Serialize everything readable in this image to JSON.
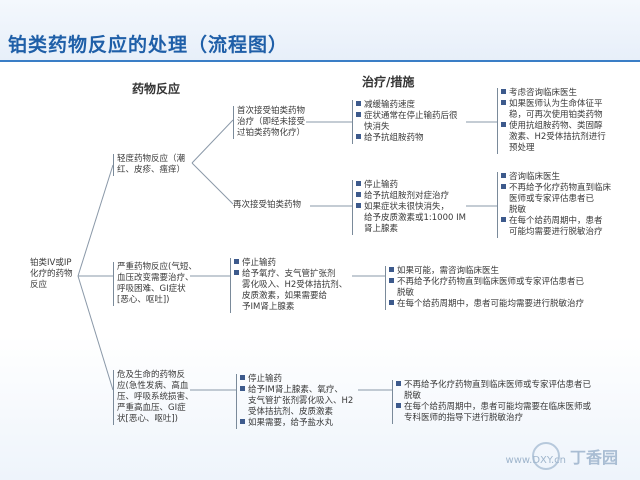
{
  "title": "铂类药物反应的处理（流程图）",
  "headers": {
    "reaction": "药物反应",
    "treatment": "治疗/措施"
  },
  "root": [
    "铂类IV或IP",
    "化疗的药物",
    "反应"
  ],
  "reactions": {
    "mild": [
      "轻度药物反应（潮",
      "红、皮疹、瘙痒）"
    ],
    "severe": [
      "严重药物反应(气短、",
      "血压改变需要治疗、",
      "呼吸困难、GI症状",
      "[恶心、呕吐])"
    ],
    "life": [
      "危及生命的药物反",
      "应(急性发病、高血",
      "压、呼吸系统损害、",
      "严重高血压、GI症",
      "状[恶心、呕吐])"
    ]
  },
  "sub": {
    "first": [
      "首次接受铂类药物",
      "治疗（即经未接受",
      "过铂类药物化疗）"
    ],
    "repeat": "再次接受铂类药物"
  },
  "treat": {
    "first_mild": [
      [
        "减缓输药速度"
      ],
      [
        "症状通常在停止输药后很",
        "快消失"
      ],
      [
        "给予抗组胺药物"
      ]
    ],
    "repeat_mild": [
      [
        "停止输药"
      ],
      [
        "给予抗组胺剂对症治疗"
      ],
      [
        "如果症状未很快消失，",
        "给予皮质激素或1:1000 IM",
        "肾上腺素"
      ]
    ],
    "severe": [
      [
        "停止输药"
      ],
      [
        "给予氧疗、支气管扩张剂",
        "雾化吸入、H2受体拮抗剂、",
        "皮质激素，如果需要给",
        "予IM肾上腺素"
      ]
    ],
    "life": [
      [
        "停止输药"
      ],
      [
        "给予IM肾上腺素、氧疗、",
        "支气管扩张剂雾化吸入、H2",
        "受体拮抗剂、皮质激素"
      ],
      [
        "如果需要，给予盐水丸"
      ]
    ]
  },
  "outcome": {
    "first_mild": [
      [
        "考虑咨询临床医生"
      ],
      [
        "如果医师认为生命体征平",
        "稳，可再次使用铂类药物"
      ],
      [
        "使用抗组胺药物、类固醇",
        "激素、H2受体拮抗剂进行",
        "预处理"
      ]
    ],
    "repeat_mild": [
      [
        "咨询临床医生"
      ],
      [
        "不再给予化疗药物直到临床",
        "医师或专家评估患者已",
        "脱敏"
      ],
      [
        "在每个给药周期中，患者",
        "可能均需要进行脱敏治疗"
      ]
    ],
    "severe": [
      [
        "如果可能，需咨询临床医生"
      ],
      [
        "不再给予化疗药物直到临床医师或专家评估患者已",
        "脱敏"
      ],
      [
        "在每个给药周期中，患者可能均需要进行脱敏治疗"
      ]
    ],
    "life": [
      [
        "不再给予化疗药物直到临床医师或专家评估患者已",
        "脱敏"
      ],
      [
        "在每个给药周期中，患者可能均需要在临床医师或",
        "专科医师的指导下进行脱敏治疗"
      ]
    ]
  },
  "watermark": {
    "site": "www.DXY.cn",
    "brand": "丁香园"
  }
}
